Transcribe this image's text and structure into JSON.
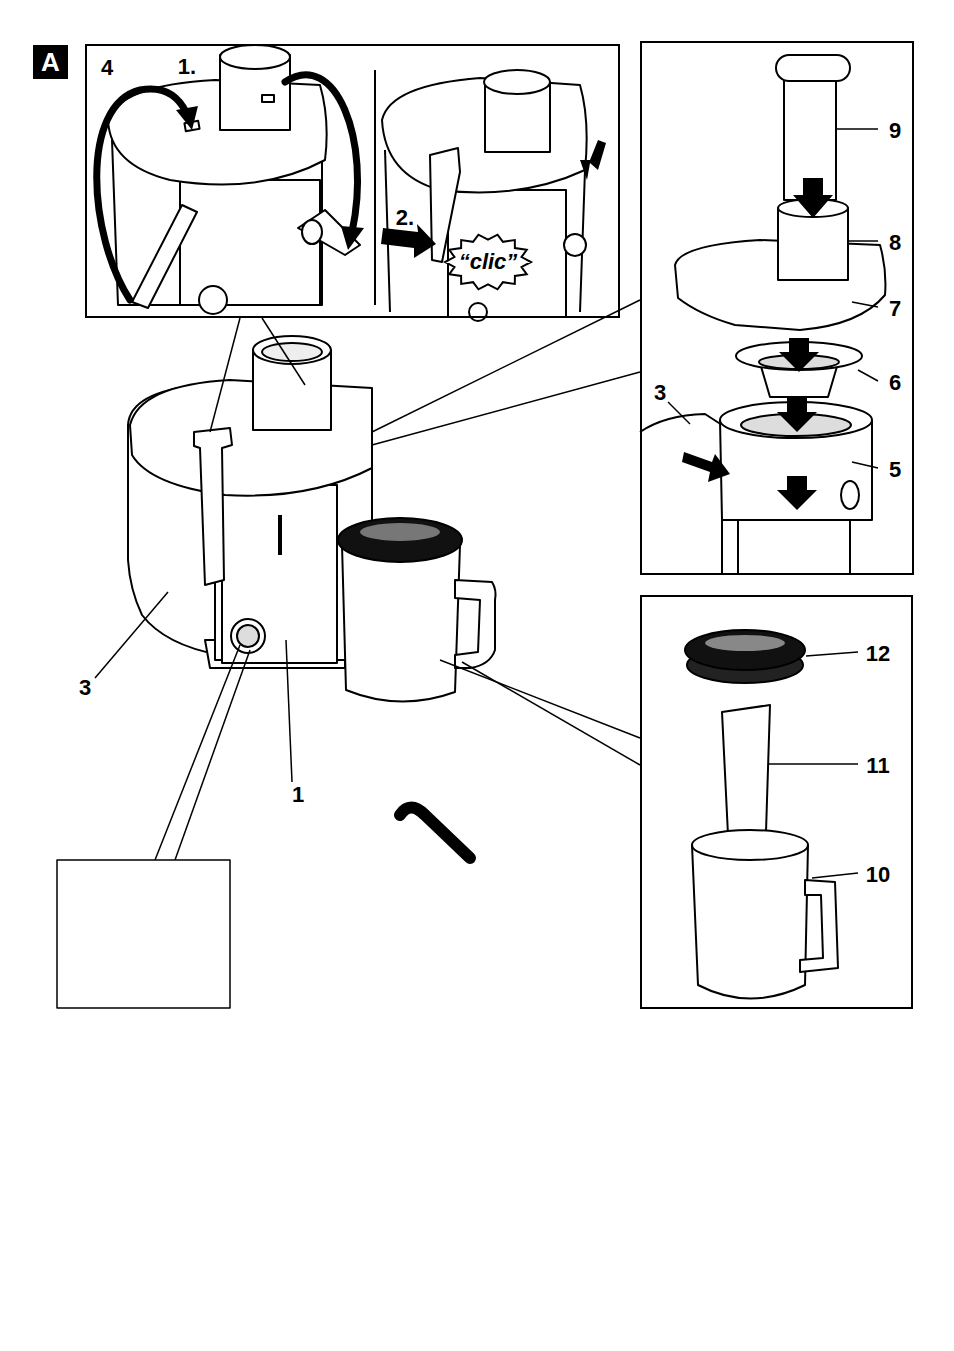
{
  "diagram": {
    "nodes": [
      {
        "text": [
          "A"
        ]
      },
      {
        "text": [
          "4",
          "1.",
          "2."
        ]
      },
      {
        "text": [
          "“clic”"
        ],
        "in": 1
      },
      {
        "text": [
          "9",
          "8",
          "7",
          "6",
          "3",
          "5"
        ]
      },
      {
        "text": [
          "12",
          "11",
          "10"
        ]
      }
    ],
    "labels": [
      "3",
      "1"
    ]
  }
}
